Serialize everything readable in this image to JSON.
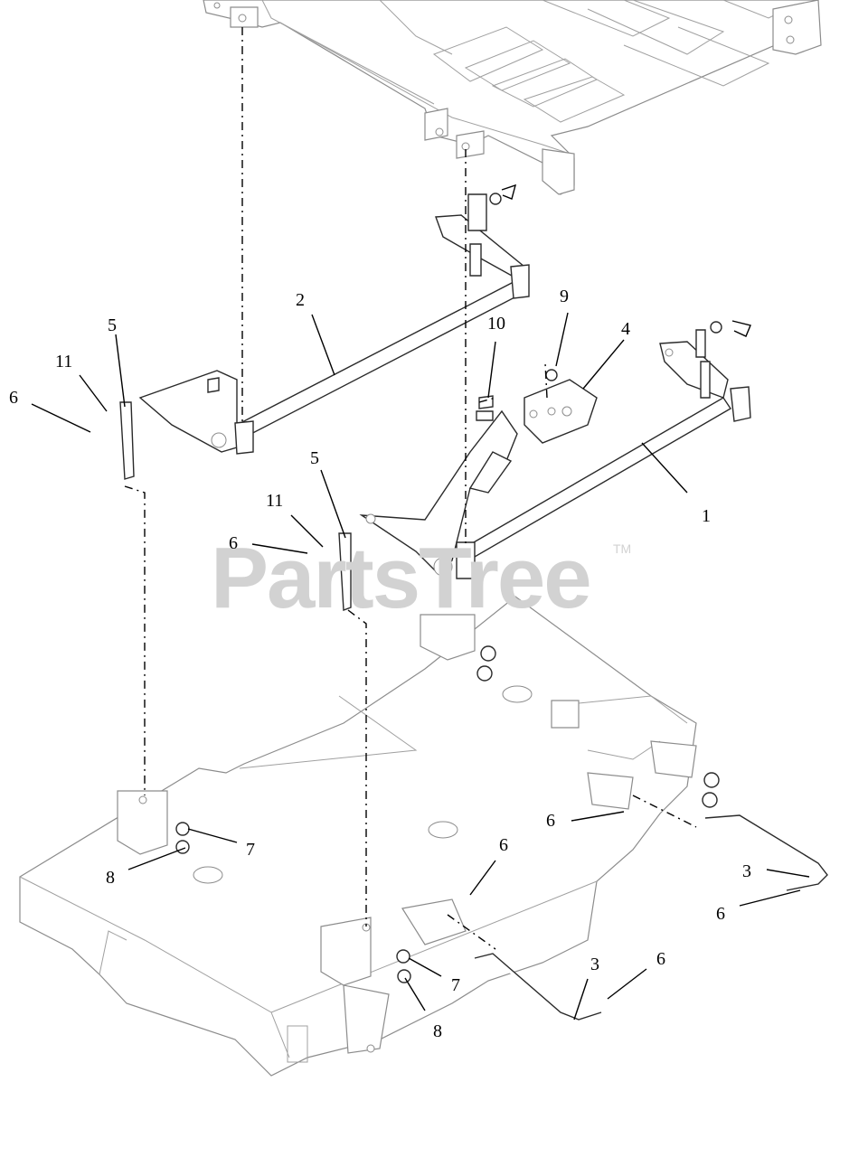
{
  "watermark": {
    "text": "PartsTree",
    "trademark": "TM"
  },
  "callouts": [
    {
      "id": "c1",
      "label": "1"
    },
    {
      "id": "c2",
      "label": "2"
    },
    {
      "id": "c3a",
      "label": "3"
    },
    {
      "id": "c3b",
      "label": "3"
    },
    {
      "id": "c4",
      "label": "4"
    },
    {
      "id": "c5a",
      "label": "5"
    },
    {
      "id": "c5b",
      "label": "5"
    },
    {
      "id": "c6a",
      "label": "6"
    },
    {
      "id": "c6b",
      "label": "6"
    },
    {
      "id": "c6c",
      "label": "6"
    },
    {
      "id": "c6d",
      "label": "6"
    },
    {
      "id": "c6e",
      "label": "6"
    },
    {
      "id": "c6f",
      "label": "6"
    },
    {
      "id": "c7a",
      "label": "7"
    },
    {
      "id": "c7b",
      "label": "7"
    },
    {
      "id": "c8a",
      "label": "8"
    },
    {
      "id": "c8b",
      "label": "8"
    },
    {
      "id": "c9",
      "label": "9"
    },
    {
      "id": "c10",
      "label": "10"
    },
    {
      "id": "c11a",
      "label": "11"
    },
    {
      "id": "c11b",
      "label": "11"
    }
  ]
}
